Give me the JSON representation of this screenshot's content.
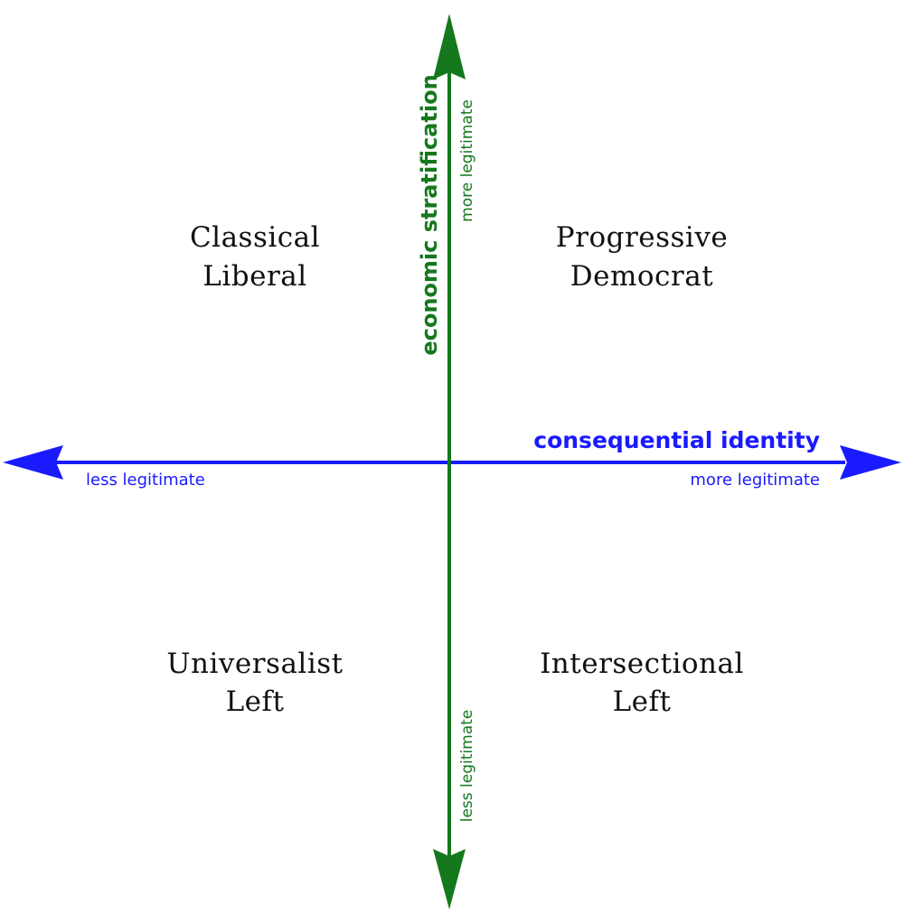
{
  "colors": {
    "horizontal_axis": "#1a1aff",
    "vertical_axis": "#15781d",
    "quadrant_text": "#111111",
    "background": "#ffffff"
  },
  "quadrants": {
    "top_left": {
      "line1": "Classical",
      "line2": "Liberal"
    },
    "top_right": {
      "line1": "Progressive",
      "line2": "Democrat"
    },
    "bottom_left": {
      "line1": "Universalist",
      "line2": "Left"
    },
    "bottom_right": {
      "line1": "Intersectional",
      "line2": "Left"
    }
  },
  "horizontal_axis": {
    "title": "consequential identity",
    "left_end": "less legitimate",
    "right_end": "more legitimate"
  },
  "vertical_axis": {
    "title": "economic stratification",
    "top_end": "more legitimate",
    "bottom_end": "less legitimate"
  }
}
